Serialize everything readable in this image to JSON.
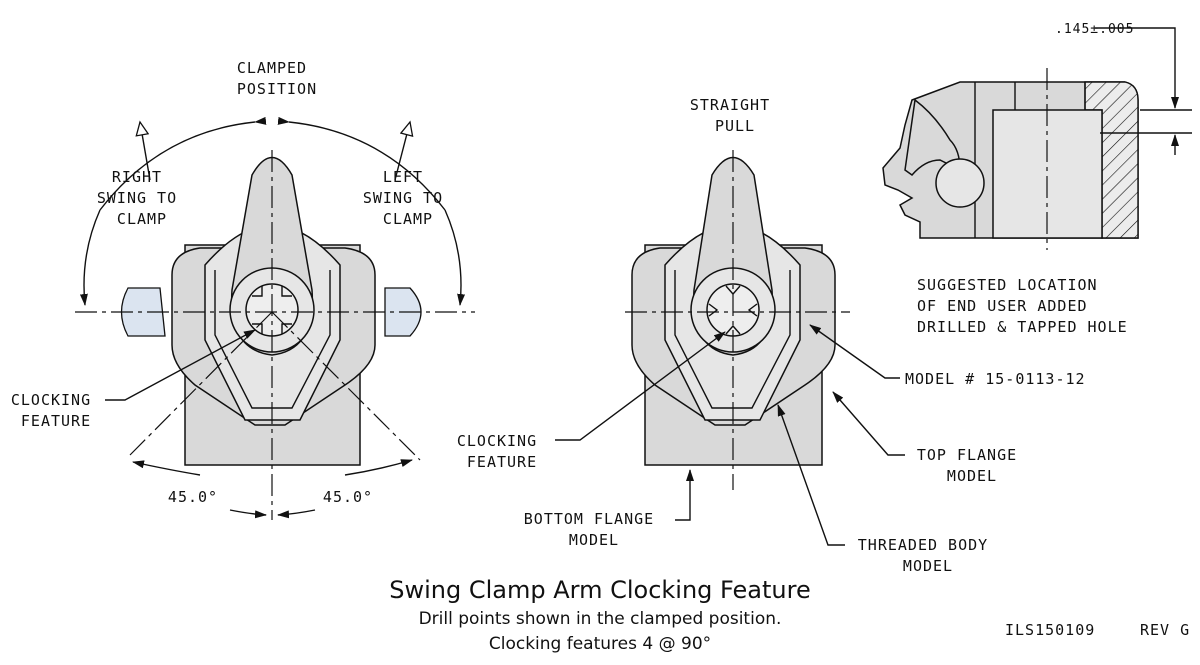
{
  "left_view": {
    "clamped_position": [
      "CLAMPED",
      "POSITION"
    ],
    "right_swing": [
      "RIGHT",
      "SWING TO",
      "CLAMP"
    ],
    "left_swing": [
      "LEFT",
      "SWING TO",
      "CLAMP"
    ],
    "clocking_feature": [
      "CLOCKING",
      "FEATURE"
    ],
    "angle_left": "45.0°",
    "angle_right": "45.0°"
  },
  "middle_view": {
    "straight_pull": [
      "STRAIGHT",
      "PULL"
    ],
    "clocking_feature": [
      "CLOCKING",
      "FEATURE"
    ],
    "bottom_flange": [
      "BOTTOM FLANGE",
      "MODEL"
    ],
    "threaded_body": [
      "THREADED BODY",
      "MODEL"
    ],
    "top_flange": [
      "TOP FLANGE",
      "MODEL"
    ],
    "model_number": "MODEL # 15-0113-12"
  },
  "section_view": {
    "dimension": ".145±.005",
    "note": [
      "SUGGESTED LOCATION",
      "OF END USER ADDED",
      "DRILLED & TAPPED HOLE"
    ]
  },
  "caption": {
    "title": "Swing Clamp Arm Clocking Feature",
    "line1": "Drill points shown in the clamped position.",
    "line2": "Clocking features 4 @ 90°"
  },
  "footer": {
    "drawing_id": "ILS150109",
    "revision": "REV G"
  }
}
